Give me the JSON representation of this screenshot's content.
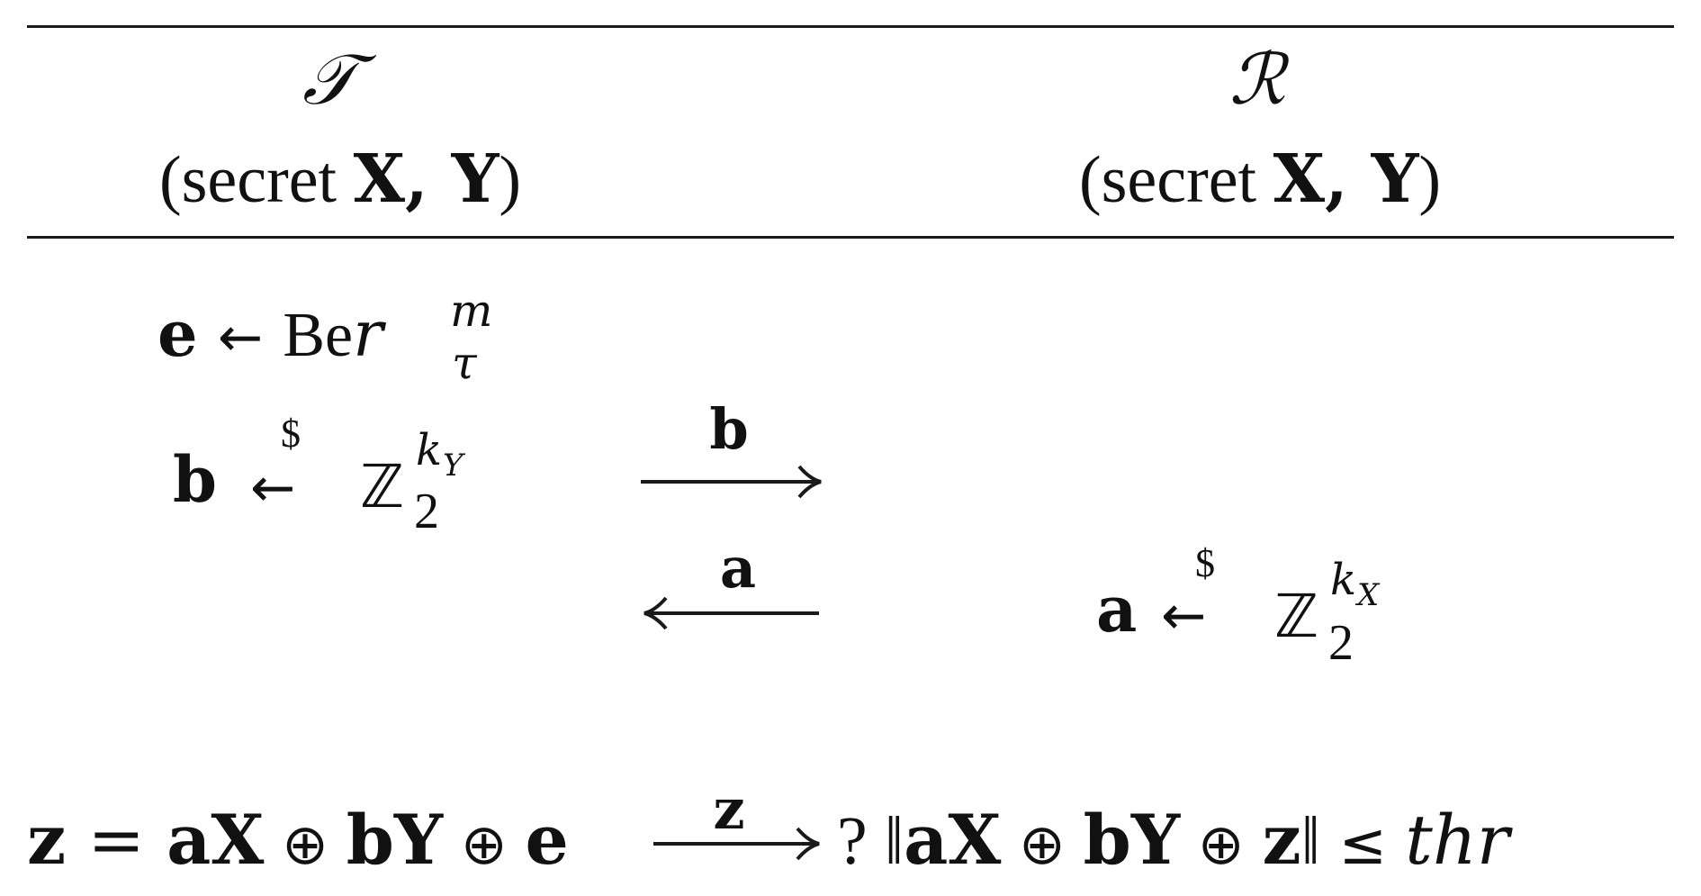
{
  "header": {
    "party_left": "𝒯",
    "party_right": "ℛ",
    "secret_left_prefix": "(secret ",
    "secret_left_vars": "X, Y",
    "secret_left_suffix": ")",
    "secret_right_prefix": "(secret ",
    "secret_right_vars": "X, Y",
    "secret_right_suffix": ")"
  },
  "steps": {
    "e_var": "e",
    "e_arrow": "←",
    "e_dist": "Be",
    "e_dist_r": "r",
    "e_sup": "m",
    "e_sub": "τ",
    "b_var": "b",
    "b_arrow": "←",
    "b_dollar": "$",
    "b_set": "ℤ",
    "b_sub": "2",
    "b_sup_k": "k",
    "b_sup_y": "Y",
    "msg_b": "b",
    "msg_a": "a",
    "a_var": "a",
    "a_arrow": "←",
    "a_dollar": "$",
    "a_set": "ℤ",
    "a_sub": "2",
    "a_sup_k": "k",
    "a_sup_x": "X"
  },
  "final": {
    "lhs_z": "z",
    "eq": " = ",
    "a": "a",
    "X": "X",
    "oplus1": " ⊕ ",
    "b": "b",
    "Y": "Y",
    "oplus2": " ⊕ ",
    "e": "e",
    "msg_z": "z",
    "check": "? ‖",
    "a2": "a",
    "X2": "X",
    "oplus3": " ⊕ ",
    "b2": "b",
    "Y2": "Y",
    "oplus4": " ⊕ ",
    "z2": "z",
    "norm_close": "‖",
    "leq": " ≤ ",
    "thr": "thr"
  }
}
